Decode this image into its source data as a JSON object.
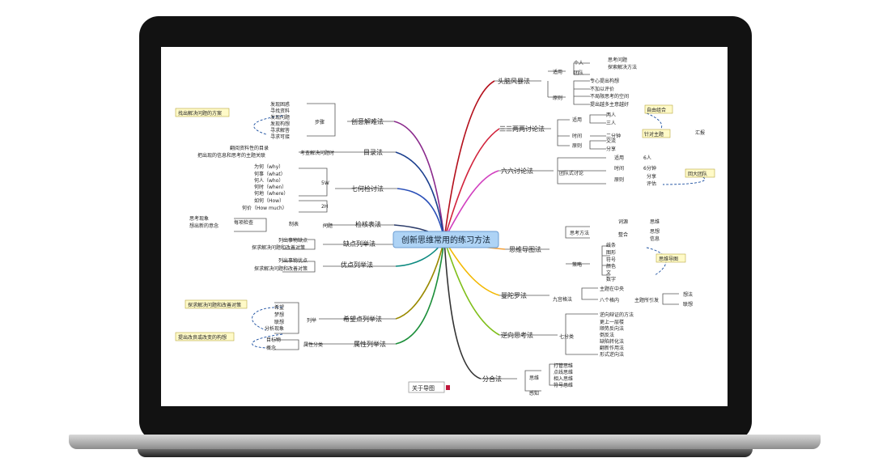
{
  "center": "创新思维常用的练习方法",
  "footer": "关于导图",
  "colors": {
    "red": "#b4101c",
    "orange": "#e58a1f",
    "green": "#1c8f3a",
    "blue": "#1b4fa0",
    "purple": "#7a1c91",
    "black": "#111111"
  },
  "right": {
    "b1": {
      "title": "头脑风暴法",
      "sub1": "适用",
      "sub1a": "个人",
      "sub1a1": "思考问题",
      "sub1a2": "探索解决方法",
      "sub1b": "团队",
      "sub2": "原则",
      "p1": "专心提出构想",
      "p2": "不加以评价",
      "p3": "不局限思考的空间",
      "p4": "提出越多主意越好"
    },
    "b2": {
      "title": "三三两两讨论法",
      "s1": "适用",
      "s1a": "两人",
      "s1b": "三人",
      "tag1": "自由组合",
      "s2": "时间",
      "s2a": "二分钟",
      "s3": "原则",
      "s3a": "交流",
      "s3b": "分享",
      "tag2": "针对主题",
      "tag3": "汇报"
    },
    "b3": {
      "title": "六六讨论法",
      "sub": "团队式讨论",
      "a1": "适用",
      "a1v": "6人",
      "a2": "时间",
      "a2v": "6分钟",
      "a3": "原则",
      "a3a": "分享",
      "a3b": "评估",
      "tag": "回大团队"
    },
    "b4": {
      "title": "思维导图法",
      "t1": "思考方法",
      "t1a": "词源",
      "t1a1": "思维",
      "t1b": "整合",
      "t1b1": "思想",
      "t1b2": "信息",
      "t2": "策略",
      "t2a": "线条",
      "t2b": "图形",
      "t2c": "符号",
      "t2d": "颜色",
      "t2e": "文",
      "t2f": "数字",
      "tag": "思维导图"
    },
    "b5": {
      "title": "曼陀罗法",
      "sub": "九宫格法",
      "a": "主题在中央",
      "b": "八个格内",
      "c": "主题所引发",
      "c1": "想法",
      "c2": "联想"
    },
    "b6": {
      "title": "逆向思考法",
      "sub": "七分类",
      "items": [
        "逆向辩证的方法",
        "更上一层楼",
        "顺势反向法",
        "倒反法",
        "缺陷转化法",
        "翻新作用法",
        "形式逆向法"
      ]
    },
    "b7": {
      "title": "分合法",
      "s1": "思维",
      "s1items": [
        "打管思维",
        "点线思维",
        "相入思维",
        "符号思维"
      ],
      "s2": "感知"
    }
  },
  "left": {
    "c1": {
      "title": "创意解难法",
      "sub": "步骤",
      "items": [
        "发现困惑",
        "寻找资料",
        "发现问题",
        "发现构想",
        "寻求解答",
        "寻求可接"
      ],
      "note": "找出解决问题的方案"
    },
    "c2": {
      "title": "目录法",
      "sub": "考查解决问题时",
      "a": "翻阅资料性的目录",
      "b": "把出现的信息和思考的主题关联"
    },
    "c3": {
      "title": "七何检讨法",
      "sub1": "5W",
      "w": [
        "为何（why）",
        "何事（what）",
        "何人（who）",
        "何时（when）",
        "何地（where）"
      ],
      "sub2": "2H",
      "h": [
        "如何（How）",
        "何价（How much）"
      ]
    },
    "c4": {
      "title": "检核表法",
      "sub": "问题",
      "mid": "制表",
      "a": "每项检查",
      "b": "思考现象",
      "c": "想出新的意念"
    },
    "c5": {
      "title": "缺点列举法",
      "a": "列出事物缺点",
      "b": "探求解决问题和改善对策"
    },
    "c6": {
      "title": "优点列举法",
      "a": "列出事物优点",
      "b": "探求解决问题和改善对策"
    },
    "c7": {
      "title": "希望点列举法",
      "sub": "列举",
      "a": "希望",
      "b": "梦想",
      "c": "联想",
      "d": "分析现象",
      "note": "探求解决问题和改善对策"
    },
    "c8": {
      "title": "属性列举法",
      "sub": "属性分类",
      "a": "目标物",
      "b": "概念",
      "note": "提出改良或改变的构想"
    }
  }
}
